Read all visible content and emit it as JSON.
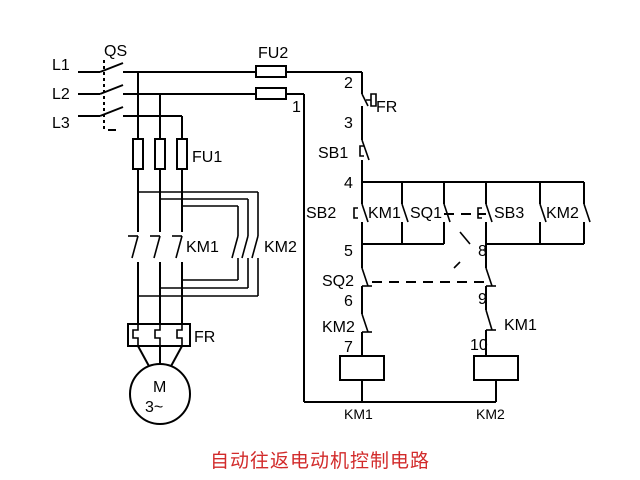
{
  "labels": {
    "l1": "L1",
    "l2": "L2",
    "l3": "L3",
    "qs": "QS",
    "fu1": "FU1",
    "fu2": "FU2",
    "km1_main": "KM1",
    "km2_main": "KM2",
    "fr_main": "FR",
    "fr_ctrl": "FR",
    "motor_m": "M",
    "motor_phase": "3~",
    "sb1": "SB1",
    "sb2": "SB2",
    "sb3": "SB3",
    "sq1": "SQ1",
    "sq2": "SQ2",
    "km1_hold": "KM1",
    "km2_hold": "KM2",
    "km2_interlock": "KM2",
    "km1_interlock": "KM1",
    "coil1": "KM1",
    "coil2": "KM2"
  },
  "nodes": [
    "1",
    "2",
    "3",
    "4",
    "5",
    "6",
    "7",
    "8",
    "9",
    "10"
  ],
  "caption": "自动往返电动机控制电路",
  "colors": {
    "line": "#000000",
    "caption": "#d22b2b"
  }
}
